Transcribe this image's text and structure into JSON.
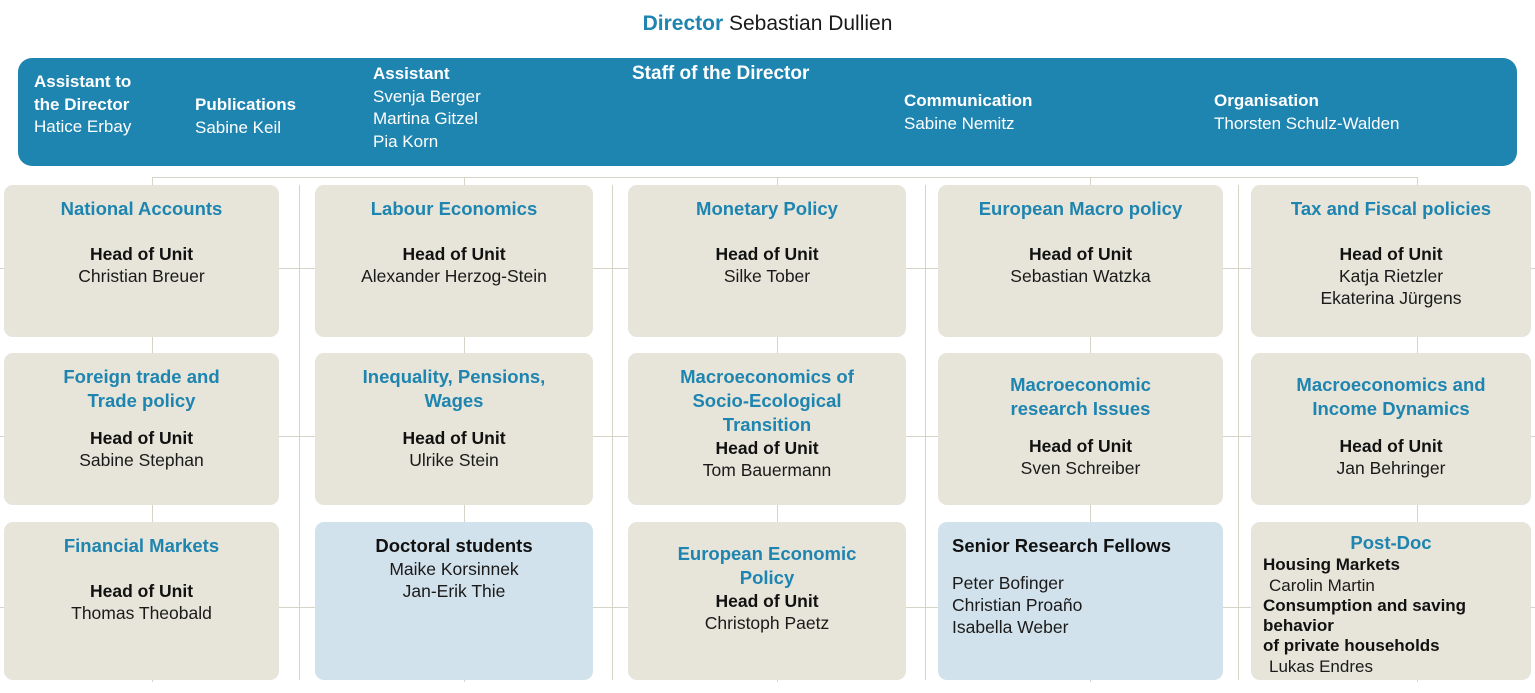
{
  "header": {
    "director_label": "Director",
    "director_name": "Sebastian Dullien"
  },
  "staff_banner": {
    "title": "Staff of the Director",
    "blocks": [
      {
        "role": "Assistant to\nthe Director",
        "names": "Hatice Erbay"
      },
      {
        "role": "Publications",
        "names": "Sabine Keil"
      },
      {
        "role": "Assistant",
        "names": "Svenja Berger\nMartina Gitzel\nPia Korn"
      },
      {
        "role": "Communication",
        "names": "Sabine Nemitz"
      },
      {
        "role": "Organisation",
        "names": "Thorsten Schulz-Walden"
      }
    ],
    "role_1_line_1": "Assistant to",
    "role_1_line_2": "the Director",
    "name_1": "Hatice Erbay",
    "role_2": "Publications",
    "name_2": "Sabine Keil",
    "role_3": "Assistant",
    "name_3a": "Svenja Berger",
    "name_3b": "Martina Gitzel",
    "name_3c": "Pia Korn",
    "role_4": "Communication",
    "name_4": "Sabine Nemitz",
    "role_5": "Organisation",
    "name_5": "Thorsten Schulz-Walden"
  },
  "labels": {
    "head_of_unit": "Head of Unit"
  },
  "columns": [
    {
      "cards": [
        {
          "title": "National Accounts",
          "role": "Head of Unit",
          "people": [
            "Christian Breuer"
          ]
        },
        {
          "title": "Foreign trade and\nTrade policy",
          "title_line_1": "Foreign trade and",
          "title_line_2": "Trade policy",
          "role": "Head of Unit",
          "people": [
            "Sabine Stephan"
          ]
        },
        {
          "title": "Financial Markets",
          "role": "Head of Unit",
          "people": [
            "Thomas Theobald"
          ]
        }
      ]
    },
    {
      "cards": [
        {
          "title": "Labour Economics",
          "role": "Head of Unit",
          "people": [
            "Alexander Herzog-Stein"
          ]
        },
        {
          "title_line_1": "Inequality, Pensions,",
          "title_line_2": "Wages",
          "role": "Head of Unit",
          "people": [
            "Ulrike Stein"
          ]
        },
        {
          "title": "Doctoral students",
          "people": [
            "Maike Korsinnek",
            "Jan-Erik Thie"
          ]
        }
      ]
    },
    {
      "cards": [
        {
          "title": "Monetary Policy",
          "role": "Head of Unit",
          "people": [
            "Silke Tober"
          ]
        },
        {
          "title_line_1": "Macroeconomics of",
          "title_line_2": "Socio-Ecological",
          "title_line_3": "Transition",
          "role": "Head of Unit",
          "people": [
            "Tom Bauermann"
          ]
        },
        {
          "title_line_1": "European Economic",
          "title_line_2": "Policy",
          "role": "Head of Unit",
          "people": [
            "Christoph Paetz"
          ]
        }
      ]
    },
    {
      "cards": [
        {
          "title": "European Macro policy",
          "role": "Head of Unit",
          "people": [
            "Sebastian Watzka"
          ]
        },
        {
          "title_line_1": "Macroeconomic",
          "title_line_2": "research Issues",
          "role": "Head of Unit",
          "people": [
            "Sven Schreiber"
          ]
        },
        {
          "title": "Senior Research Fellows",
          "people": [
            "Peter Bofinger",
            "Christian Proaño",
            "Isabella Weber"
          ]
        }
      ]
    },
    {
      "cards": [
        {
          "title": "Tax and Fiscal policies",
          "role": "Head of Unit",
          "people": [
            "Katja Rietzler",
            "Ekaterina Jürgens"
          ]
        },
        {
          "title_line_1": "Macroeconomics and",
          "title_line_2": "Income Dynamics",
          "role": "Head of Unit",
          "people": [
            "Jan Behringer"
          ]
        },
        {
          "title": "Post-Doc",
          "entries": [
            {
              "topic": "Housing Markets",
              "name": "Carolin Martin"
            },
            {
              "topic_line_1": "Consumption and saving behavior",
              "topic_line_2": "of private households",
              "name": "Lukas Endres"
            }
          ]
        }
      ]
    }
  ],
  "colors": {
    "accent_blue": "#1e84b0",
    "card_beige": "#e7e5d9",
    "card_light_blue": "#d2e2ec",
    "connector_line": "#d6d4c6",
    "text_dark": "#111111",
    "background": "#ffffff"
  }
}
